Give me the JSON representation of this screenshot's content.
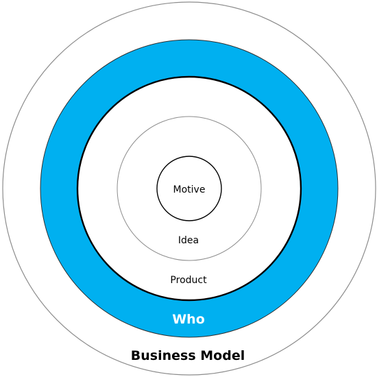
{
  "diagram": {
    "rings": [
      {
        "label": "Business Model",
        "fill": "#ffffff",
        "stroke": "#8c8c8c",
        "label_color": "#000000",
        "bold": true
      },
      {
        "label": "Who",
        "fill": "#00b0f0",
        "stroke": "#2f2f2f",
        "label_color": "#ffffff",
        "bold": true
      },
      {
        "label": "Product",
        "fill": "#ffffff",
        "stroke": "#000000",
        "label_color": "#000000",
        "bold": false
      },
      {
        "label": "Idea",
        "fill": "#ffffff",
        "stroke": "#8c8c8c",
        "label_color": "#000000",
        "bold": false
      },
      {
        "label": "Motive",
        "fill": "#ffffff",
        "stroke": "#000000",
        "label_color": "#000000",
        "bold": false
      }
    ]
  }
}
